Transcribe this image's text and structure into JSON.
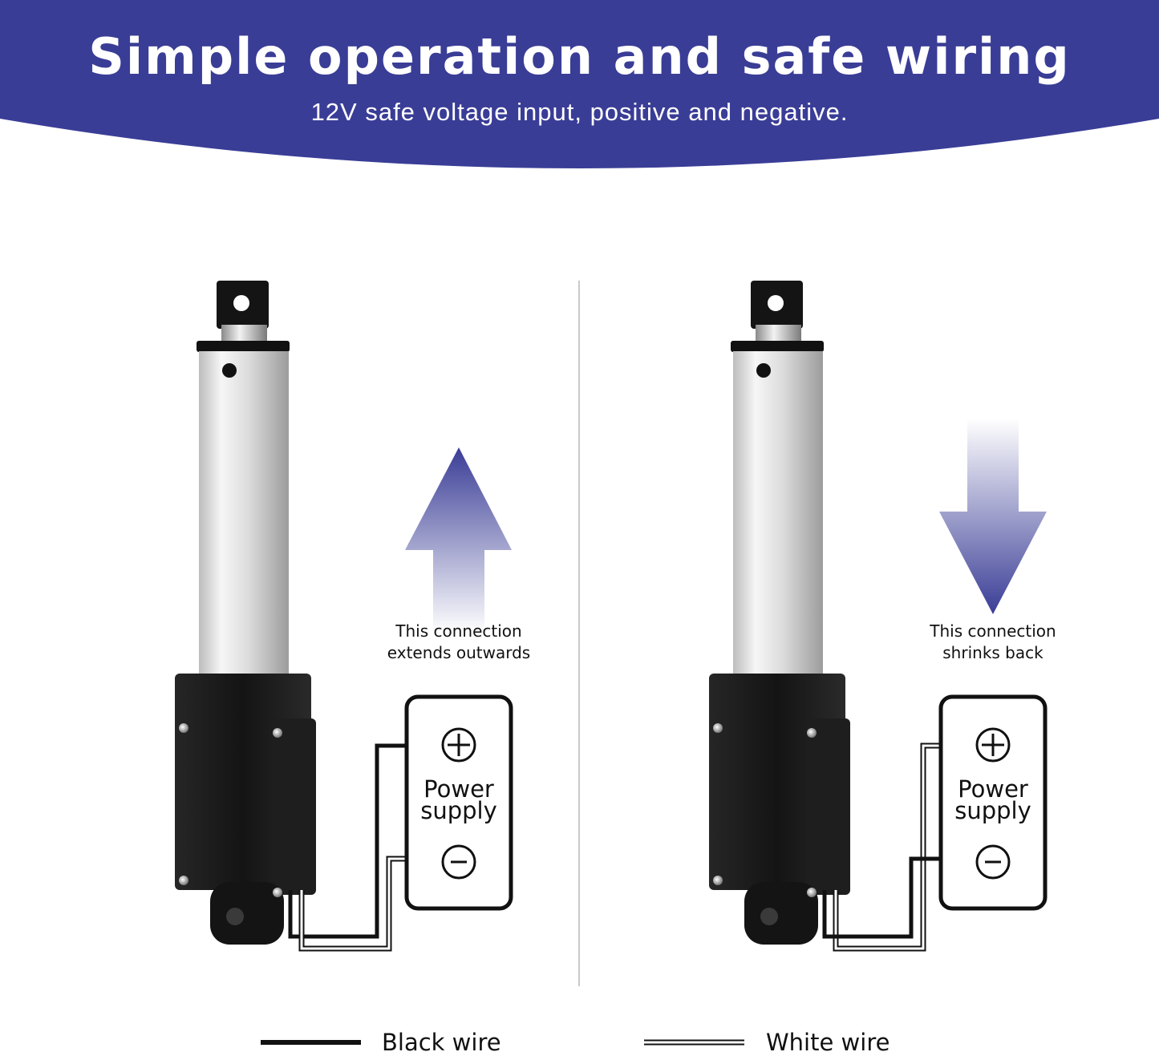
{
  "header": {
    "title": "Simple operation and safe wiring",
    "subtitle": "12V safe voltage input, positive and negative.",
    "banner_color": "#3a3d96"
  },
  "panels": [
    {
      "caption_line1": "This connection",
      "caption_line2": "extends outwards",
      "direction": "up",
      "power_supply_line1": "Power",
      "power_supply_line2": "supply",
      "positive_icon": "plus-circle-icon",
      "negative_icon": "minus-circle-icon"
    },
    {
      "caption_line1": "This connection",
      "caption_line2": "shrinks back",
      "direction": "down",
      "power_supply_line1": "Power",
      "power_supply_line2": "supply",
      "positive_icon": "plus-circle-icon",
      "negative_icon": "minus-circle-icon"
    }
  ],
  "legend": {
    "black_wire_label": "Black wire",
    "white_wire_label": "White wire"
  },
  "colors": {
    "arrow": "#3a3d96",
    "black_wire": "#111111",
    "actuator_body": "#1a1a1a"
  }
}
